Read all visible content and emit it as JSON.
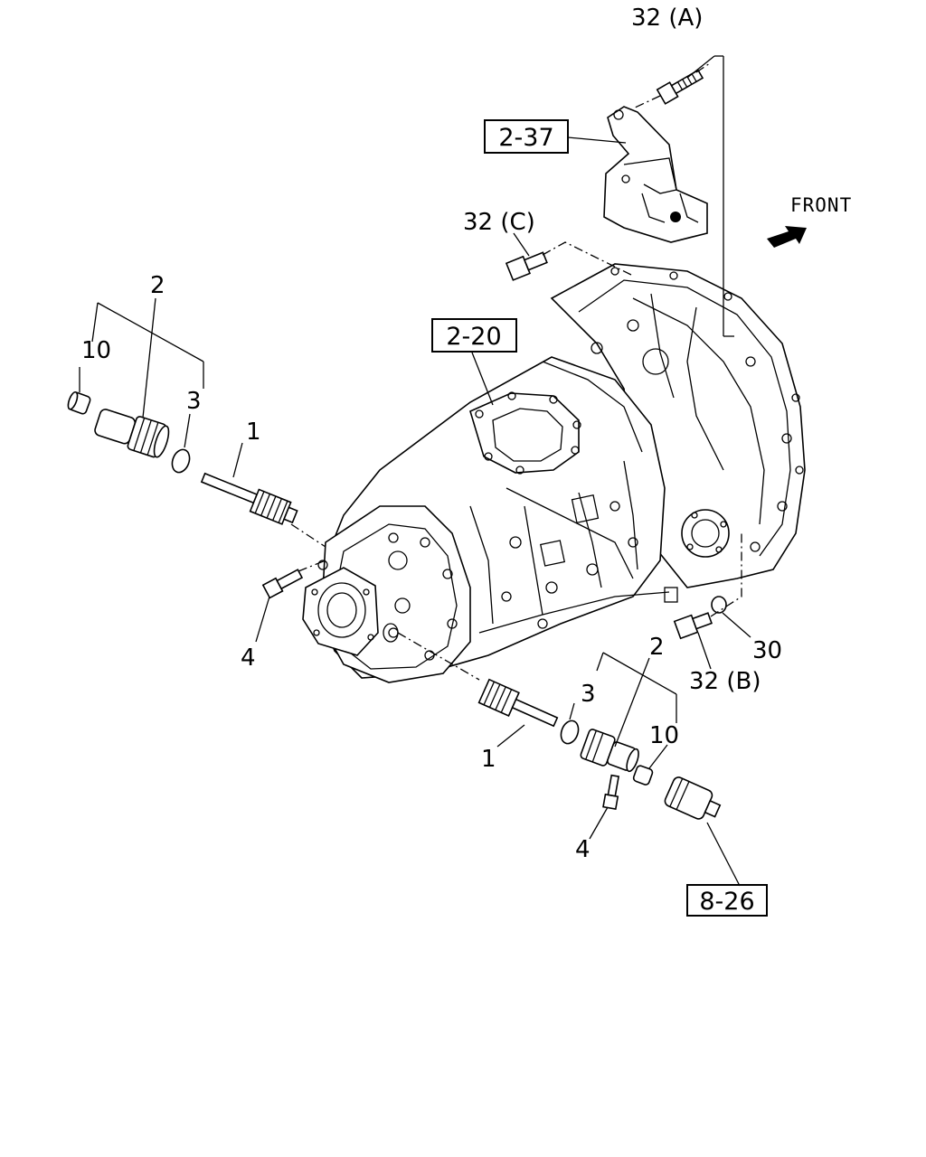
{
  "diagram": {
    "front_indicator": "FRONT",
    "reference_boxes": [
      {
        "id": "ref-2-37",
        "text": "2-37"
      },
      {
        "id": "ref-2-20",
        "text": "2-20"
      },
      {
        "id": "ref-8-26",
        "text": "8-26"
      }
    ],
    "callouts": {
      "bolt_32a": "32 (A)",
      "bolt_32b": "32 (B)",
      "bolt_32c": "32 (C)",
      "washer_30": "30",
      "left_group": {
        "sleeve": "2",
        "plug": "10",
        "o_ring": "3",
        "gear_shaft": "1",
        "bolt": "4"
      },
      "right_group": {
        "sleeve": "2",
        "o_ring": "3",
        "plug": "10",
        "gear_shaft": "1",
        "bolt": "4"
      }
    }
  }
}
